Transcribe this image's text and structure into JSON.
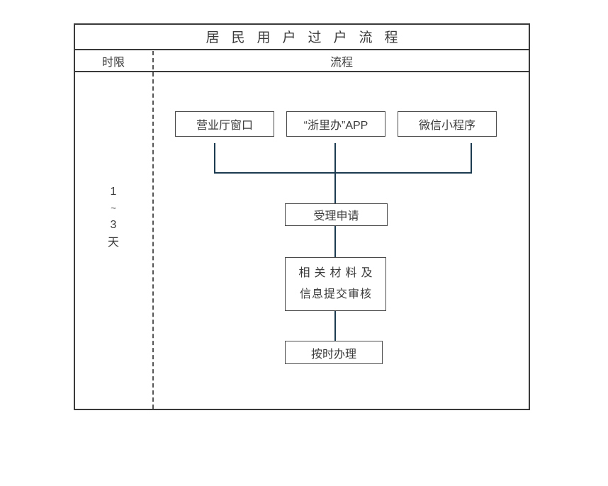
{
  "title": "居民用户过户流程",
  "header": {
    "time": "时限",
    "flow": "流程"
  },
  "time_limit": [
    "1",
    "~",
    "3",
    "天"
  ],
  "channels": [
    "营业厅窗口",
    "“浙里办”APP",
    "微信小程序"
  ],
  "steps": {
    "accept": "受理申请",
    "materials_line1": "相关材料及",
    "materials_line2": "信息提交审核",
    "ontime": "按时办理"
  },
  "colors": {
    "connector": "#1c3a50",
    "frame": "#3a3a3a",
    "box_border": "#4a4a4a",
    "text": "#3a3a3a"
  }
}
